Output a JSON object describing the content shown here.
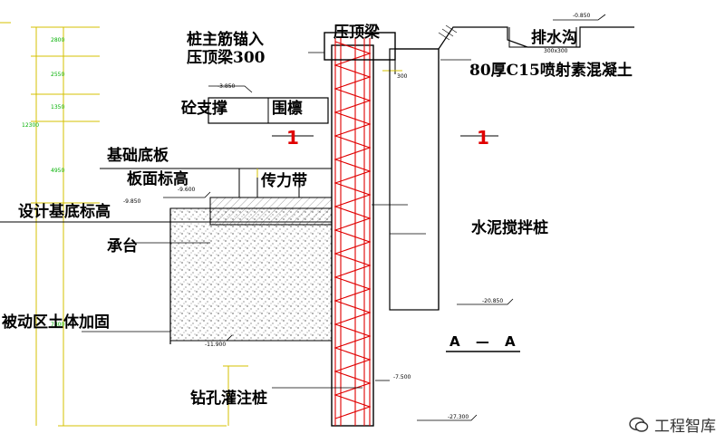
{
  "labels": {
    "pile_rebar_anchor_1": "桩主筋锚入",
    "pile_rebar_anchor_2": "压顶梁300",
    "cap_beam": "压顶梁",
    "drainage_ditch": "排水沟",
    "shotcrete": "80厚C15喷射素混凝土",
    "concrete_strut": "砼支撑",
    "waling": "围檩",
    "foundation_slab": "基础底板",
    "slab_surface_elevation": "板面标高",
    "force_transfer_belt": "传力带",
    "design_pit_bottom_elevation": "设计基底标高",
    "pile_cap": "承台",
    "cement_mixing_pile": "水泥搅拌桩",
    "passive_zone_reinforcement": "被动区土体加固",
    "section_title": "A — A",
    "bored_pile": "钻孔灌注桩",
    "section_mark_left": "1",
    "section_mark_right": "1",
    "elev_top": "-0.850",
    "elev_ditch": "300x300",
    "elev_strut": "-3.850",
    "elev_slab": "-9.600",
    "elev_cap": "-9.850",
    "elev_mix_bottom": "-20.850",
    "elev_reinforce_bottom": "-11.900",
    "elev_pile_point": "-7.500",
    "elev_pile_bottom": "-27.300",
    "dim_300": "300"
  },
  "watermark": {
    "icon": "wechat-icon",
    "text": "工程智库"
  },
  "colors": {
    "rebar": "#e00000",
    "dimension": "#d4c000",
    "dim_text": "#00b000",
    "line": "#000000"
  }
}
